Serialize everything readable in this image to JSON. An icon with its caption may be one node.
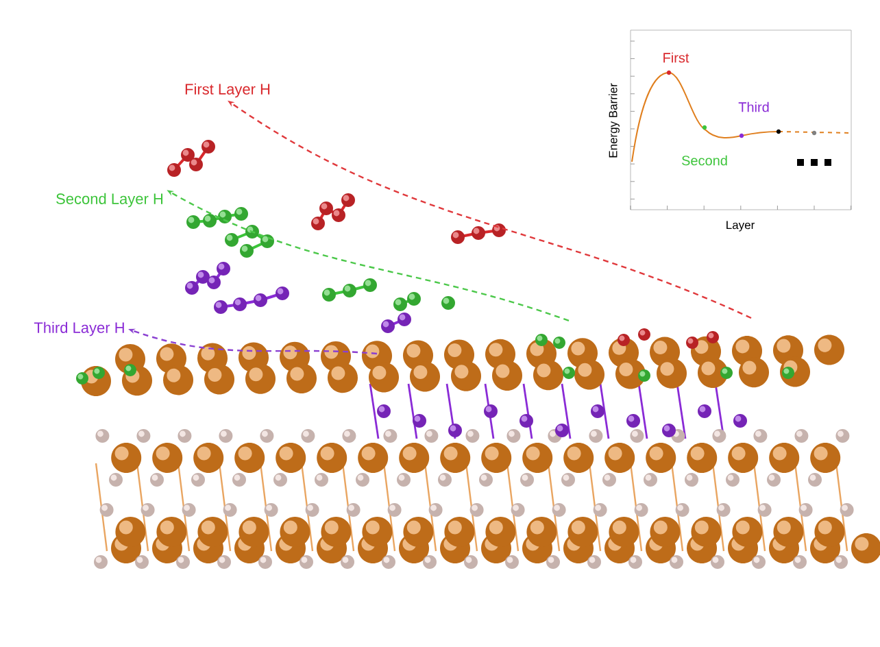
{
  "diagram": {
    "nodes": [
      {
        "text": [
          "First Layer H"
        ]
      },
      {
        "text": [
          "Second Layer H"
        ]
      },
      {
        "text": [
          "Third Layer H"
        ]
      }
    ],
    "edges": [
      {
        "from": null,
        "to": 0,
        "arrow": "to",
        "style": "dashed",
        "color": "#e0393c"
      },
      {
        "from": null,
        "to": 1,
        "arrow": "to",
        "style": "dashed",
        "color": "#4cc84a"
      },
      {
        "from": null,
        "to": 2,
        "arrow": "to",
        "style": "dashed",
        "color": "#8a3fd1"
      }
    ],
    "labels": [
      "First",
      "Third",
      "Second",
      "Energy Barrier",
      "Layer"
    ]
  }
}
